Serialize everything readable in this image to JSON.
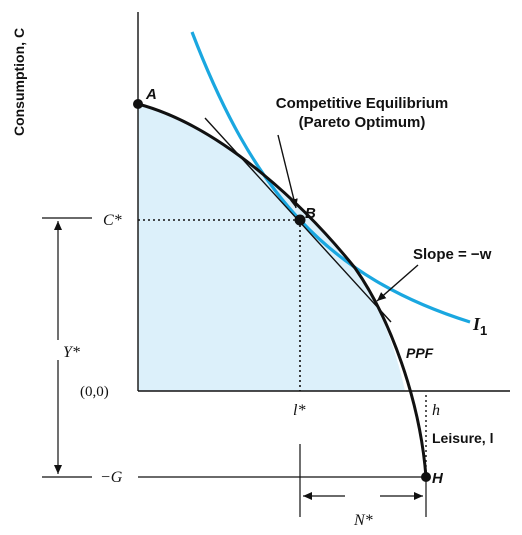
{
  "labels": {
    "y_axis": "Consumption, C",
    "x_axis": "Leisure, l",
    "point_a": "A",
    "point_b": "B",
    "point_h": "H",
    "c_star": "C*",
    "origin": "(0,0)",
    "neg_g": "−G",
    "l_star": "l*",
    "h": "h",
    "y_star": "Y*",
    "n_star": "N*",
    "ppf": "PPF",
    "indiff": "I",
    "indiff_sub": "1",
    "slope": "Slope = −w",
    "equilibrium_line1": "Competitive Equilibrium",
    "equilibrium_line2": "(Pareto Optimum)"
  },
  "colors": {
    "ppf_curve": "#111111",
    "indifference_curve": "#1aa7e0",
    "feasible_region": "#dcf0fa",
    "axes": "#111111"
  }
}
